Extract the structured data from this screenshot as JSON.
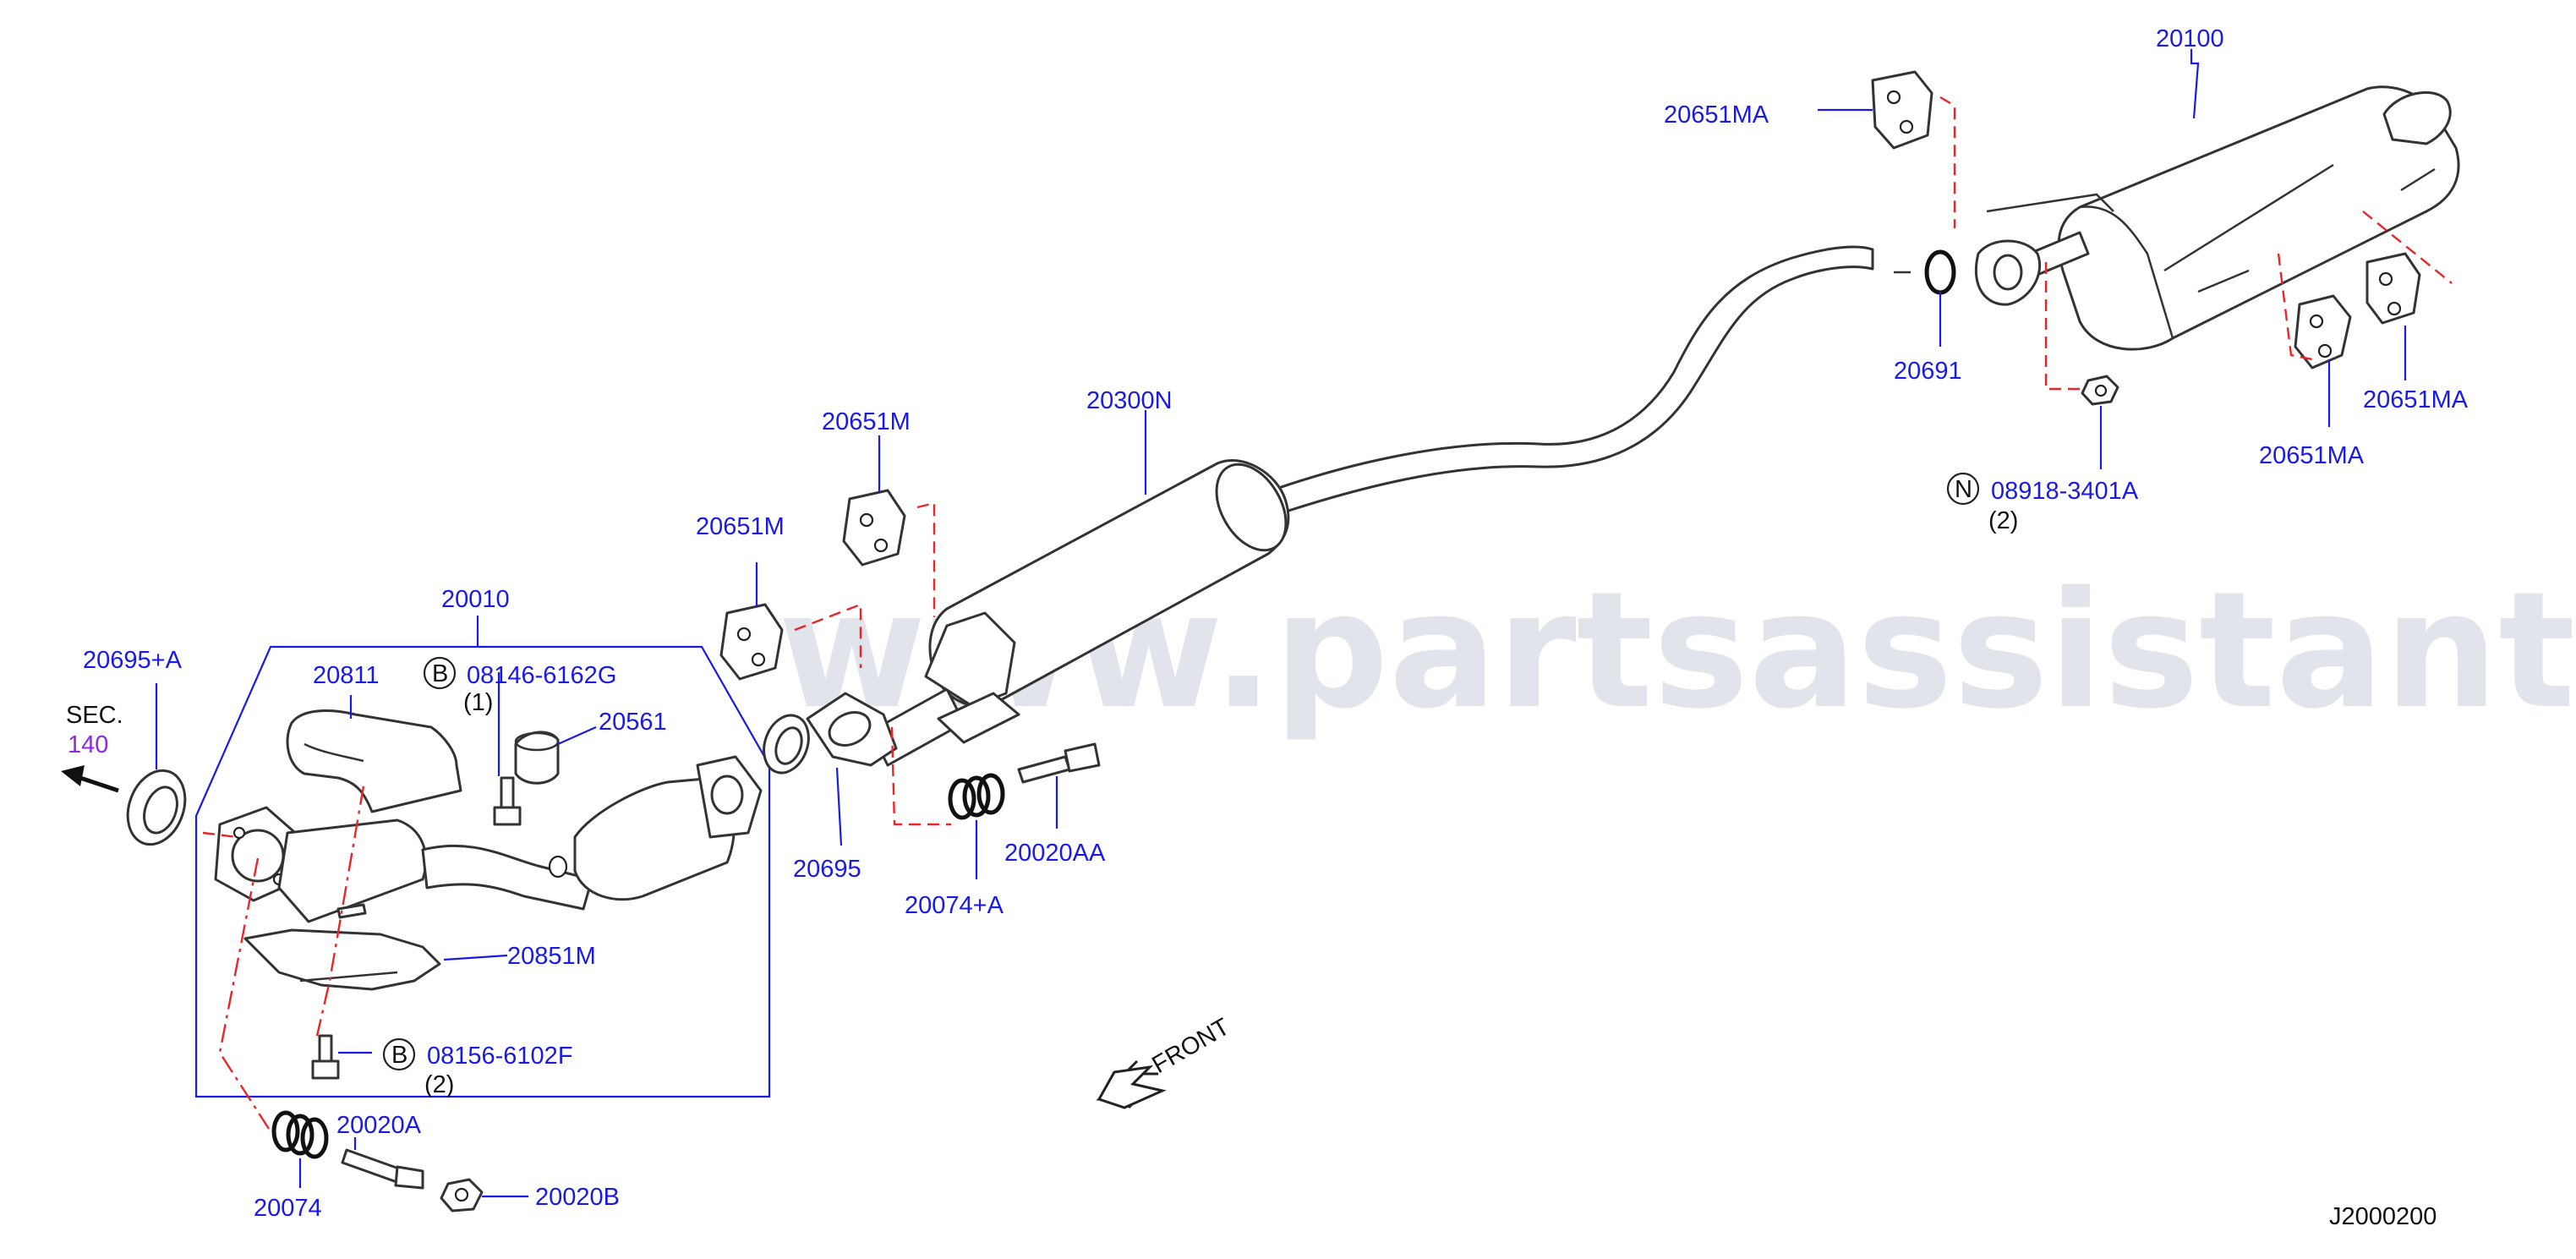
{
  "watermark": "www.partsassistant.com",
  "diagram_code": "J2000200",
  "front_label": "FRONT",
  "sec": {
    "line1": "SEC.",
    "line2": "140"
  },
  "bolt_markers": {
    "b": "B",
    "n": "N"
  },
  "labels": {
    "p20100": "20100",
    "p20651MA_top": "20651MA",
    "p20651MA_mid": "20651MA",
    "p20651MA_right": "20651MA",
    "p20691": "20691",
    "p08918": "08918-3401A",
    "p08918_qty": "(2)",
    "p20300N": "20300N",
    "p20651M_a": "20651M",
    "p20651M_b": "20651M",
    "p20010": "20010",
    "p20811": "20811",
    "p08146": "08146-6162G",
    "p08146_qty": "(1)",
    "p20561": "20561",
    "p20695A": "20695+A",
    "p20695": "20695",
    "p20074A": "20074+A",
    "p20020AA": "20020AA",
    "p20851M": "20851M",
    "p08156": "08156-6102F",
    "p08156_qty": "(2)",
    "p20020A": "20020A",
    "p20074": "20074",
    "p20020B": "20020B"
  }
}
